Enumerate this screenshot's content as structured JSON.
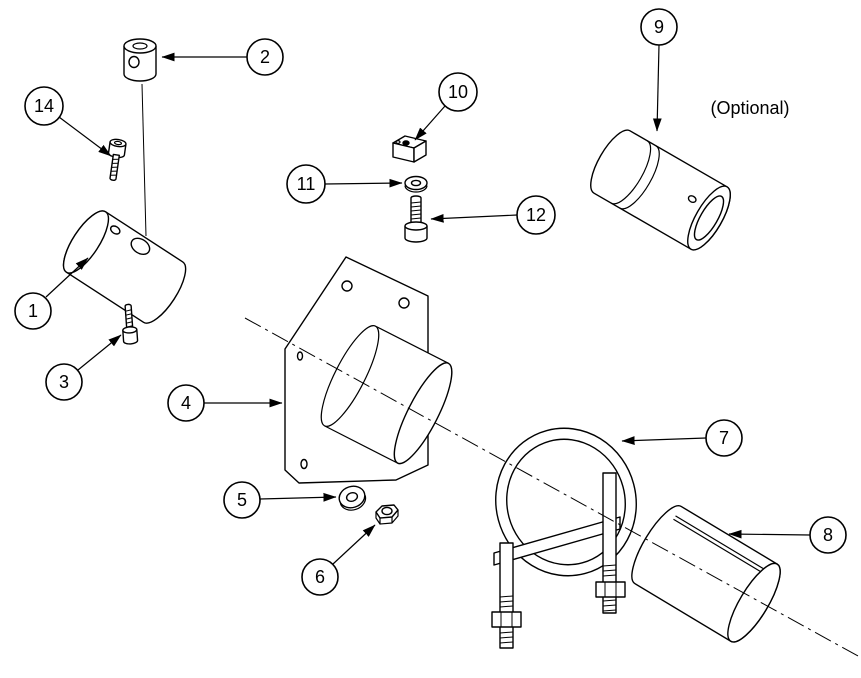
{
  "diagram": {
    "optional_label": "(Optional)",
    "callouts": [
      {
        "label": "1"
      },
      {
        "label": "2"
      },
      {
        "label": "3"
      },
      {
        "label": "4"
      },
      {
        "label": "5"
      },
      {
        "label": "6"
      },
      {
        "label": "7"
      },
      {
        "label": "8"
      },
      {
        "label": "9"
      },
      {
        "label": "10"
      },
      {
        "label": "11"
      },
      {
        "label": "12"
      },
      {
        "label": "14"
      }
    ],
    "colors": {
      "ink": "#000000",
      "background": "#ffffff"
    }
  }
}
